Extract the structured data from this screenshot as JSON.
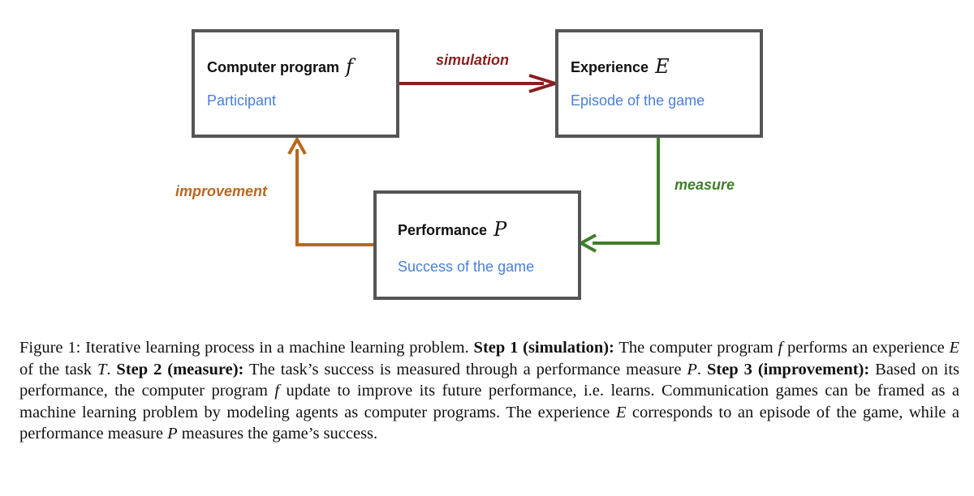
{
  "diagram": {
    "nodes": {
      "program": {
        "title": "Computer program",
        "var": "f",
        "subtitle": "Participant"
      },
      "experience": {
        "title": "Experience",
        "var": "E",
        "subtitle": "Episode of the game"
      },
      "performance": {
        "title": "Performance",
        "var": "P",
        "subtitle": "Success of the game"
      }
    },
    "edges": {
      "simulation": {
        "label": "simulation",
        "color": "#8b1f1f"
      },
      "measure": {
        "label": "measure",
        "color": "#3f7f2a"
      },
      "improvement": {
        "label": "improvement",
        "color": "#b8681f"
      }
    },
    "box_border_color": "#555555",
    "subtitle_color": "#4a7fd6"
  },
  "caption": {
    "figure_label": "Figure 1:",
    "intro": "Iterative learning process in a machine learning problem.",
    "step1_label": "Step 1 (simulation):",
    "step1_a": "The computer program",
    "step1_var_f": "f",
    "step1_b": "performs an experience",
    "step1_var_e": "E",
    "step1_c": "of the task",
    "step1_var_t": "T",
    "step1_end": ".",
    "step2_label": "Step 2 (measure):",
    "step2_a": "The task’s success is measured through a performance measure",
    "step2_var_p": "P",
    "step2_end": ".",
    "step3_label": "Step 3 (improvement):",
    "step3_a": "Based on its performance, the computer program",
    "step3_var_f": "f",
    "step3_b": "update to improve its future performance, i.e. learns. Communication games can be framed as a machine learning problem by modeling agents as computer programs. The experience",
    "step3_var_e": "E",
    "step3_c": "corresponds to an episode of the game, while a performance measure",
    "step3_var_p": "P",
    "step3_d": "measures the game’s success."
  }
}
